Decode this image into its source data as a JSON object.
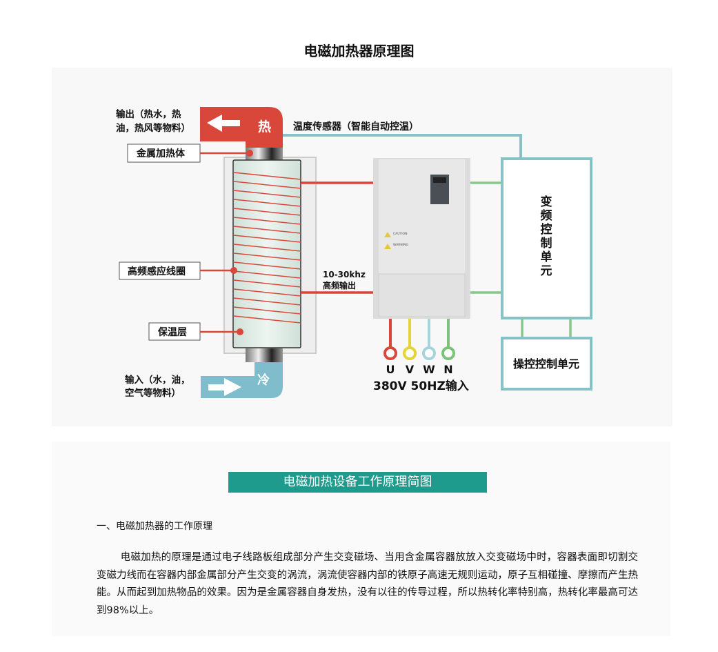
{
  "title": "电磁加热器原理图",
  "diagram": {
    "output_label_line1": "输出（热水，热",
    "output_label_line2": "油，热风等物料）",
    "hot_label": "热",
    "cold_label": "冷",
    "temp_sensor_label": "温度传感器（智能自动控温）",
    "metal_body_label": "金属加热体",
    "coil_label": "高频感应线圈",
    "insulation_label": "保温层",
    "input_label_line1": "输入（水，油，",
    "input_label_line2": "空气等物料）",
    "freq_label_line1": "10-30khz",
    "freq_label_line2": "高频输出",
    "inverter_caution": "CAUTION",
    "inverter_warning": "WARNING",
    "vfd_unit_chars": [
      "变",
      "频",
      "控",
      "制",
      "单",
      "元"
    ],
    "control_unit_label": "操控控制单元",
    "terminals": [
      {
        "label": "U",
        "color": "#d9473b"
      },
      {
        "label": "V",
        "color": "#e3d43a"
      },
      {
        "label": "W",
        "color": "#a6d4dd"
      },
      {
        "label": "N",
        "color": "#7cc27a"
      }
    ],
    "power_input_label": "380V 50HZ输入",
    "colors": {
      "hot": "#d9473b",
      "cold": "#7fbccc",
      "sensor": "#86c2c8",
      "signal": "#86c98a"
    }
  },
  "banner": "电磁加热设备工作原理简图",
  "section_heading": "一、电磁加热器的工作原理",
  "paragraph": "电磁加热的原理是通过电子线路板组成部分产生交变磁场、当用含金属容器放放入交变磁场中时，容器表面即切割交变磁力线而在容器内部金属部分产生交变的涡流，涡流使容器内部的铁原子高速无规则运动，原子互相碰撞、摩擦而产生热能。从而起到加热物品的效果。因为是金属容器自身发热，没有以往的传导过程，所以热转化率特别高，热转化率最高可达到98%以上。"
}
